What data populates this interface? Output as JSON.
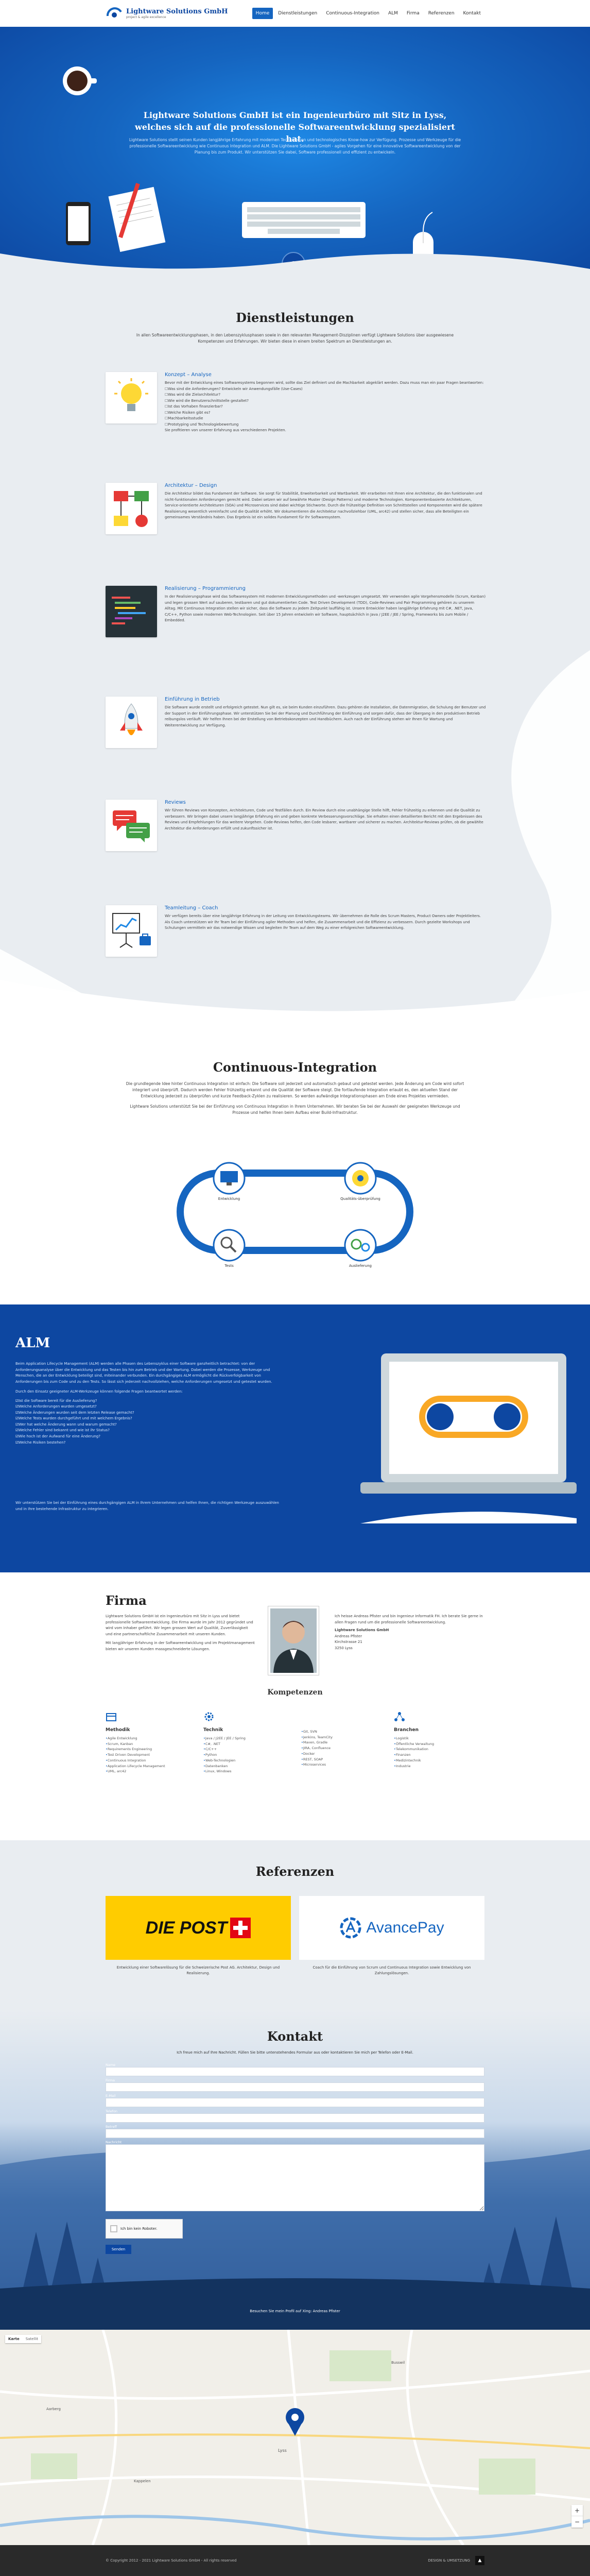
{
  "nav": {
    "logo_name": "Lightware Solutions GmbH",
    "logo_tagline": "project & agile excellence",
    "items": [
      {
        "label": "Home",
        "active": true
      },
      {
        "label": "Dienstleistungen",
        "active": false
      },
      {
        "label": "Continuous-Integration",
        "active": false
      },
      {
        "label": "ALM",
        "active": false
      },
      {
        "label": "Firma",
        "active": false
      },
      {
        "label": "Referenzen",
        "active": false
      },
      {
        "label": "Kontakt",
        "active": false
      }
    ]
  },
  "hero": {
    "title": "Lightware Solutions GmbH ist ein Ingenieurbüro mit Sitz in Lyss, welches sich auf die professionelle Softwareentwicklung spezialisiert hat.",
    "text": "Lightware Solutions stellt seinen Kunden langjährige Erfahrung mit modernen Technologien und technologisches Know-how zur Verfügung. Prozesse und Werkzeuge für die professionelle Softwareentwicklung wie Continuous Integration und ALM. Die Lightware Solutions GmbH - agiles Vorgehen für eine innovative Softwareentwicklung von der Planung bis zum Produkt. Wir unterstützen Sie dabei, Software professionell und effizient zu entwickeln."
  },
  "services": {
    "title": "Dienstleistungen",
    "intro": "In allen Softwareentwicklungsphasen, in den Lebenszyklusphasen sowie in den relevanten Management-Disziplinen verfügt Lightware Solutions über ausgewiesene Kompetenzen und Erfahrungen. Wir bieten diese in einem breiten Spektrum an Dienstleistungen an.",
    "items": [
      {
        "title": "Konzept – Analyse",
        "text": "Bevor mit der Entwicklung eines Softwaresystems begonnen wird, sollte das Ziel definiert und die Machbarkeit abgeklärt werden. Dazu muss man ein paar Fragen beantworten:",
        "bullets": [
          "Was sind die Anforderungen? Entwickeln wir Anwendungsfälle (Use-Cases)",
          "Was wird die Zielarchitektur?",
          "Wie wird die Benutzerschnittstelle gestaltet?",
          "Ist das Vorhaben finanzierbar?",
          "Welche Risiken gibt es?",
          "Machbarkeitsstudie",
          "Prototyping und Technologiebewertung"
        ],
        "footer": "Sie profitieren von unserer Erfahrung aus verschiedenen Projekten."
      },
      {
        "title": "Architektur – Design",
        "text": "Die Architektur bildet das Fundament der Software. Sie sorgt für Stabilität, Erweiterbarkeit und Wartbarkeit. Wir erarbeiten mit Ihnen eine Architektur, die den funktionalen und nicht-funktionalen Anforderungen gerecht wird. Dabei setzen wir auf bewährte Muster (Design Patterns) und moderne Technologien. Komponentenbasierte Architekturen, Service-orientierte Architekturen (SOA) und Microservices sind dabei wichtige Stichworte. Durch die frühzeitige Definition von Schnittstellen und Komponenten wird die spätere Realisierung wesentlich vereinfacht und die Qualität erhöht. Wir dokumentieren die Architektur nachvollziehbar (UML, arc42) und stellen sicher, dass alle Beteiligten ein gemeinsames Verständnis haben. Das Ergebnis ist ein solides Fundament für Ihr Softwaresystem."
      },
      {
        "title": "Realisierung – Programmierung",
        "text": "In der Realisierungsphase wird das Softwaresystem mit modernen Entwicklungsmethoden und -werkzeugen umgesetzt. Wir verwenden agile Vorgehensmodelle (Scrum, Kanban) und legen grossen Wert auf sauberen, testbaren und gut dokumentierten Code. Test Driven Development (TDD), Code-Reviews und Pair Programming gehören zu unserem Alltag. Mit Continuous Integration stellen wir sicher, dass die Software zu jedem Zeitpunkt lauffähig ist. Unsere Entwickler haben langjährige Erfahrung mit C#, .NET, Java, C/C++, Python sowie modernen Web-Technologien. Seit über 15 Jahren entwickeln wir Software, hauptsächlich in Java / J2EE / JEE / Spring, Frameworks bis zum Mobile / Embedded."
      },
      {
        "title": "Einführung in Betrieb",
        "text": "Die Software wurde erstellt und erfolgreich getestet. Nun gilt es, sie beim Kunden einzuführen. Dazu gehören die Installation, die Datenmigration, die Schulung der Benutzer und der Support in der Einführungsphase. Wir unterstützen Sie bei der Planung und Durchführung der Einführung und sorgen dafür, dass der Übergang in den produktiven Betrieb reibungslos verläuft. Wir helfen Ihnen bei der Erstellung von Betriebskonzepten und Handbüchern. Auch nach der Einführung stehen wir Ihnen für Wartung und Weiterentwicklung zur Verfügung."
      },
      {
        "title": "Reviews",
        "text": "Wir führen Reviews von Konzepten, Architekturen, Code und Testfällen durch. Ein Review durch eine unabhängige Stelle hilft, Fehler frühzeitig zu erkennen und die Qualität zu verbessern. Wir bringen dabei unsere langjährige Erfahrung ein und geben konkrete Verbesserungsvorschläge. Sie erhalten einen detaillierten Bericht mit den Ergebnissen des Reviews und Empfehlungen für das weitere Vorgehen. Code-Reviews helfen, den Code lesbarer, wartbarer und sicherer zu machen. Architektur-Reviews prüfen, ob die gewählte Architektur die Anforderungen erfüllt und zukunftssicher ist."
      },
      {
        "title": "Teamleitung – Coach",
        "text": "Wir verfügen bereits über eine langjährige Erfahrung in der Leitung von Entwicklungsteams. Wir übernehmen die Rolle des Scrum Masters, Product Owners oder Projektleiters. Als Coach unterstützen wir Ihr Team bei der Einführung agiler Methoden und helfen, die Zusammenarbeit und die Effizienz zu verbessern. Durch gezielte Workshops und Schulungen vermitteln wir das notwendige Wissen und begleiten Ihr Team auf dem Weg zu einer erfolgreichen Softwareentwicklung."
      }
    ]
  },
  "ci": {
    "title": "Continuous-Integration",
    "text": "Die grundlegende Idee hinter Continuous Integration ist einfach: Die Software soll jederzeit und automatisch gebaut und getestet werden. Jede Änderung am Code wird sofort integriert und überprüft. Dadurch werden Fehler frühzeitig erkannt und die Qualität der Software steigt. Die fortlaufende Integration erlaubt es, den aktuellen Stand der Entwicklung jederzeit zu überprüfen und kurze Feedback-Zyklen zu realisieren. So werden aufwändige Integrationsphasen am Ende eines Projektes vermieden.",
    "text2": "Lightware Solutions unterstützt Sie bei der Einführung von Continuous Integration in Ihrem Unternehmen. Wir beraten Sie bei der Auswahl der geeigneten Werkzeuge und Prozesse und helfen Ihnen beim Aufbau einer Build-Infrastruktur.",
    "steps": [
      {
        "label": "Entwicklung"
      },
      {
        "label": "Qualitäts-überprüfung"
      },
      {
        "label": "Auslieferung"
      },
      {
        "label": "Tests"
      }
    ]
  },
  "alm": {
    "title": "ALM",
    "text": "Beim Application Lifecycle Management (ALM) werden alle Phasen des Lebenszyklus einer Software ganzheitlich betrachtet: von der Anforderungsanalyse über die Entwicklung und das Testen bis hin zum Betrieb und der Wartung. Dabei werden die Prozesse, Werkzeuge und Menschen, die an der Entwicklung beteiligt sind, miteinander verbunden. Ein durchgängiges ALM ermöglicht die Rückverfolgbarkeit von Anforderungen bis zum Code und zu den Tests. So lässt sich jederzeit nachvollziehen, welche Anforderungen umgesetzt und getestet wurden.",
    "text2": "Durch den Einsatz geeigneter ALM-Werkzeuge können folgende Fragen beantwortet werden:",
    "questions": [
      "Ist die Software bereit für die Auslieferung?",
      "Welche Anforderungen wurden umgesetzt?",
      "Welche Änderungen wurden seit dem letzten Release gemacht?",
      "Welche Tests wurden durchgeführt und mit welchem Ergebnis?",
      "Wer hat welche Änderung wann und warum gemacht?",
      "Welche Fehler sind bekannt und wie ist ihr Status?",
      "Wie hoch ist der Aufwand für eine Änderung?",
      "Welche Risiken bestehen?"
    ],
    "text3": "Wir unterstützen Sie bei der Einführung eines durchgängigen ALM in Ihrem Unternehmen und helfen Ihnen, die richtigen Werkzeuge auszuwählen und in Ihre bestehende Infrastruktur zu integrieren."
  },
  "firma": {
    "title": "Firma",
    "text1": "Lightware Solutions GmbH ist ein Ingenieurbüro mit Sitz in Lyss und bietet professionelle Softwareentwicklung. Die Firma wurde im Jahr 2012 gegründet und wird vom Inhaber geführt. Wir legen grossen Wert auf Qualität, Zuverlässigkeit und eine partnerschaftliche Zusammenarbeit mit unseren Kunden.",
    "text2": "Mit langjähriger Erfahrung in der Softwareentwicklung und im Projektmanagement bieten wir unseren Kunden massgeschneiderte Lösungen.",
    "address_title": "Lightware Solutions GmbH",
    "address": "Andreas Pfister\nKirchstrasse 21\n3250 Lyss",
    "owner_text": "Ich heisse Andreas Pfister und bin Ingenieur Informatik FH. Ich berate Sie gerne in allen Fragen rund um die professionelle Softwareentwicklung.",
    "komp_title": "Kompetenzen",
    "komp": [
      {
        "title": "Methodik",
        "items": [
          "Agile Entwicklung",
          "Scrum, Kanban",
          "Requirements Engineering",
          "Test Driven Development",
          "Continuous Integration",
          "Application Lifecycle Management",
          "UML, arc42"
        ]
      },
      {
        "title": "Technik",
        "items": [
          "Java / J2EE / JEE / Spring",
          "C#, .NET",
          "C/C++",
          "Python",
          "Web-Technologien",
          "Datenbanken",
          "Linux, Windows"
        ]
      },
      {
        "title": "",
        "items": [
          "Git, SVN",
          "Jenkins, TeamCity",
          "Maven, Gradle",
          "JIRA, Confluence",
          "Docker",
          "REST, SOAP",
          "Microservices"
        ]
      },
      {
        "title": "Branchen",
        "items": [
          "Logistik",
          "Öffentliche Verwaltung",
          "Telekommunikation",
          "Finanzen",
          "Medizintechnik",
          "Industrie"
        ]
      }
    ]
  },
  "ref": {
    "title": "Referenzen",
    "items": [
      {
        "logo": "DIE POST",
        "caption": "Entwicklung einer Softwarelösung für die Schweizerische Post AG. Architektur, Design und Realisierung."
      },
      {
        "logo": "AvancePay",
        "caption": "Coach für die Einführung von Scrum und Continuous Integration sowie Entwicklung von Zahlungslösungen."
      }
    ]
  },
  "contact": {
    "title": "Kontakt",
    "intro": "Ich freue mich auf Ihre Nachricht. Füllen Sie bitte untenstehendes Formular aus oder kontaktieren Sie mich per Telefon oder E-Mail.",
    "fields": [
      {
        "label": "Name",
        "placeholder": ""
      },
      {
        "label": "Firma",
        "placeholder": ""
      },
      {
        "label": "E-Mail",
        "placeholder": ""
      },
      {
        "label": "Telefon",
        "placeholder": ""
      },
      {
        "label": "Betreff",
        "placeholder": ""
      },
      {
        "label": "Nachricht",
        "placeholder": ""
      }
    ],
    "captcha": "Ich bin kein Roboter.",
    "submit": "Senden",
    "note": "Besuchen Sie mein Profil auf Xing: Andreas Pfister"
  },
  "map": {
    "labels": [
      "Lyss",
      "Busswil",
      "Kappelen",
      "Aarberg"
    ],
    "zoom_in": "+",
    "zoom_out": "−",
    "type_map": "Karte",
    "type_sat": "Satellit"
  },
  "footer": {
    "copyright": "© Copyright 2012 - 2021 Lightware Solutions GmbH - All rights reserved",
    "right": "DESIGN & UMSETZUNG"
  },
  "colors": {
    "primary": "#1565c0",
    "dark": "#0d47a1",
    "bg": "#e9edf1"
  }
}
